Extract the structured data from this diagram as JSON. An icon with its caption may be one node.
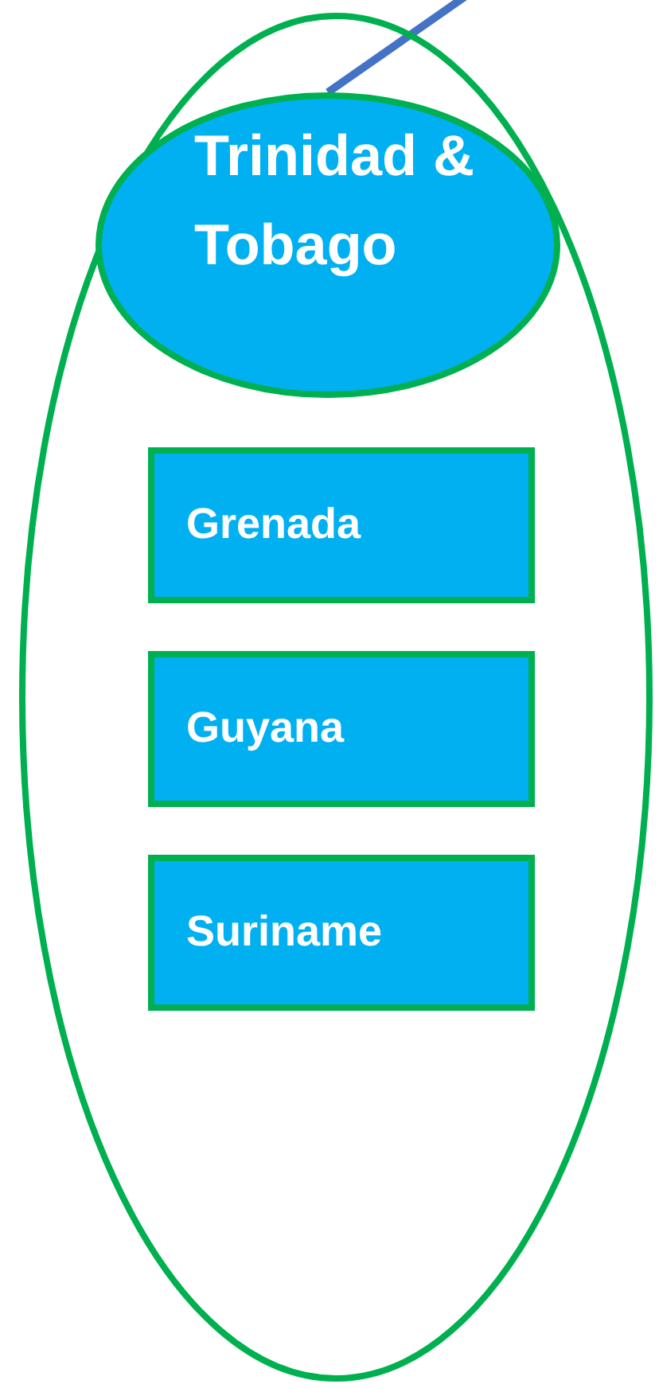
{
  "diagram": {
    "nodes": [
      {
        "text": [],
        "shape": "ellipse"
      },
      {
        "text": [
          "Trinidad & Tobago"
        ],
        "in": 0
      },
      {
        "text": [
          "Grenada"
        ],
        "in": 0
      },
      {
        "text": [
          "Guyana"
        ],
        "in": 0
      },
      {
        "text": [
          "Suriname"
        ],
        "in": 0
      }
    ],
    "edges": [
      {
        "from": null,
        "to": 1,
        "arrow": "none",
        "color": "#4472c4"
      }
    ]
  }
}
